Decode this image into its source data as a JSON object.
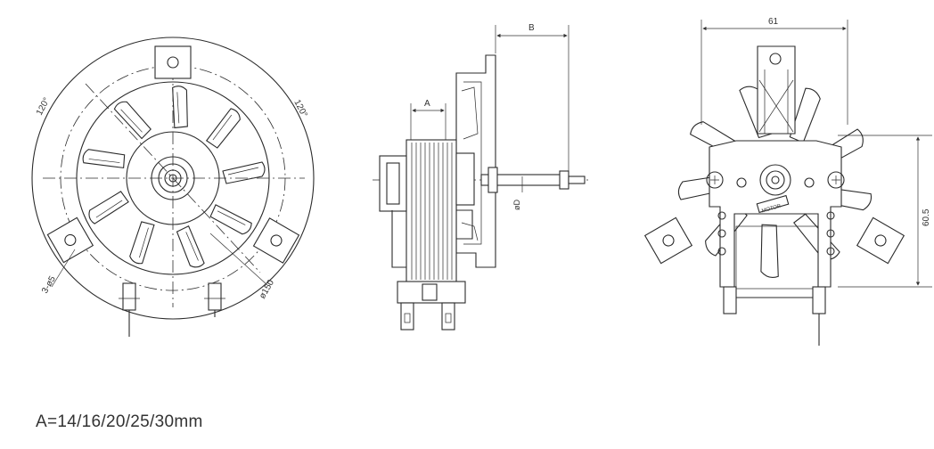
{
  "front_view": {
    "angle_left": "120°",
    "angle_right": "120°",
    "hole_label": "3-ø5",
    "diameter_label": "ø150"
  },
  "side_view": {
    "dim_a": "A",
    "dim_b": "B",
    "shaft_label": "øD"
  },
  "rear_view": {
    "width_label": "61",
    "height_label": "60.5",
    "nameplate_text": "MOTOR"
  },
  "spec_text": "A=14/16/20/25/30mm"
}
